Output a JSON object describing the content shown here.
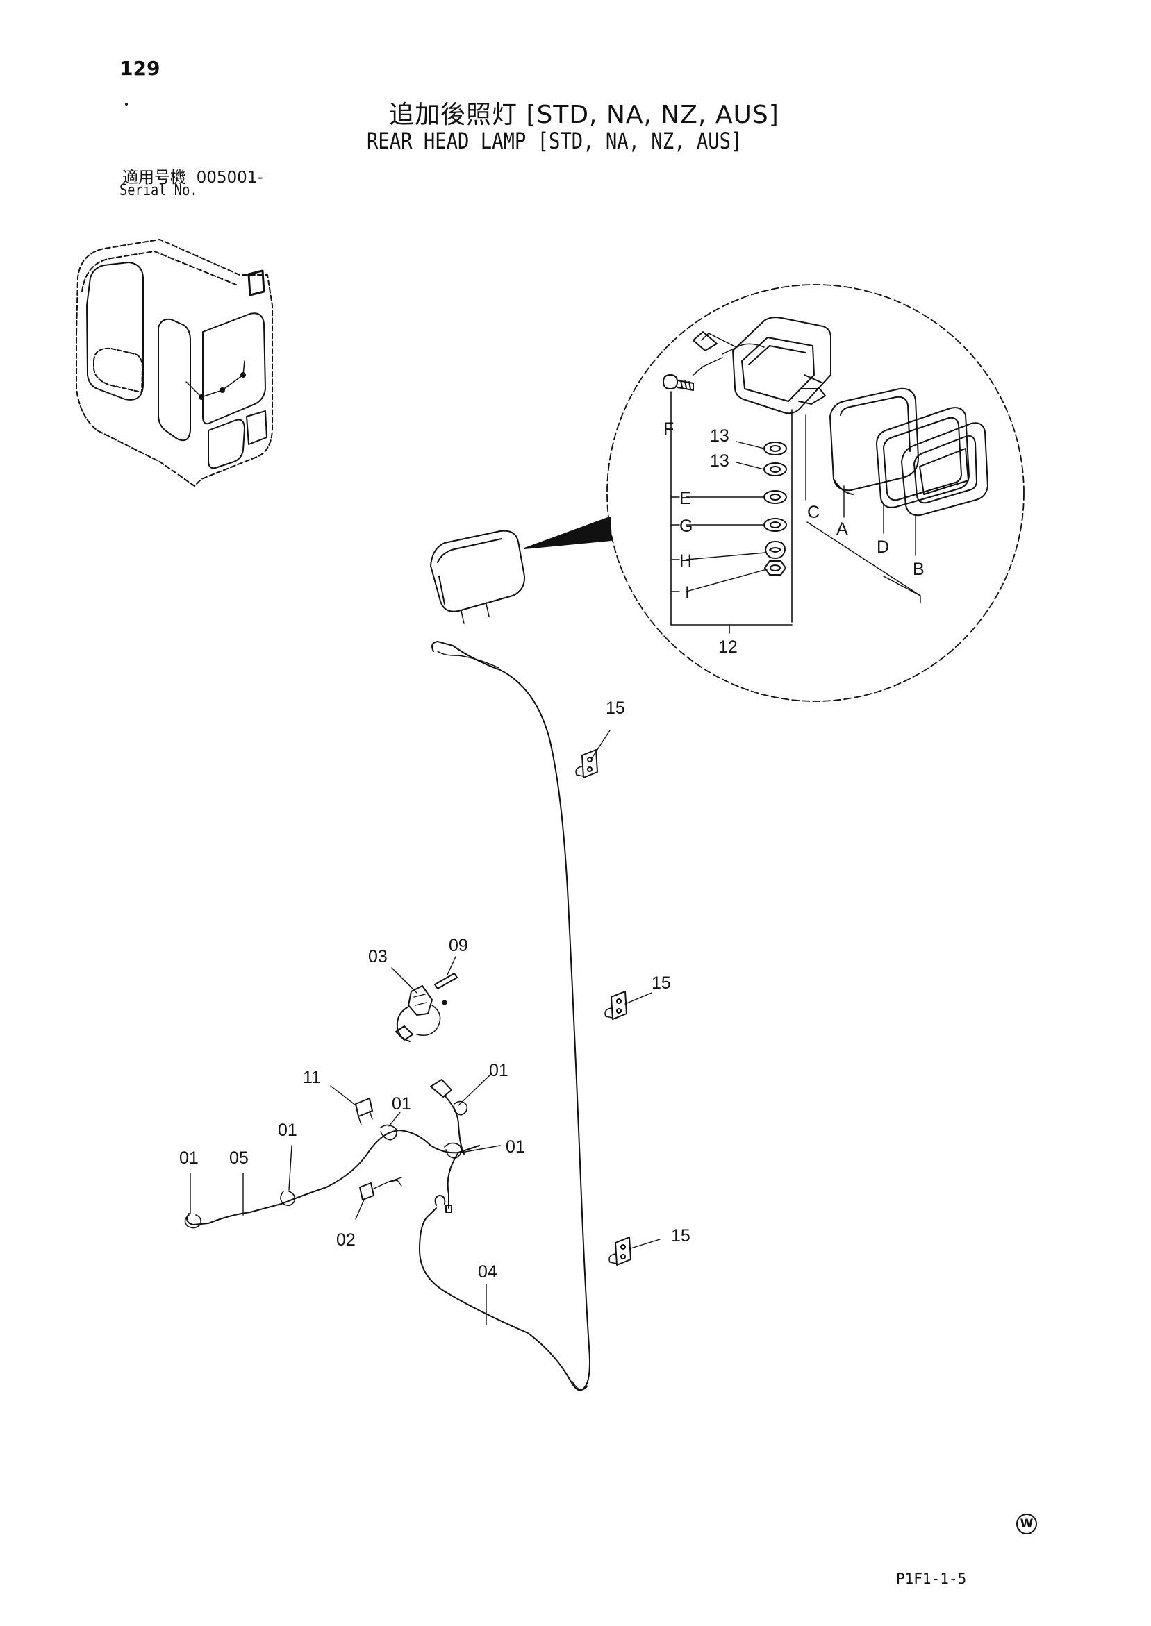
{
  "page": {
    "number": "129",
    "title_jp": "追加後照灯 [STD, NA, NZ, AUS]",
    "title_en": "REAR HEAD LAMP [STD, NA, NZ, AUS]",
    "serial_label_jp": "適用号機",
    "serial_value": "005001-",
    "serial_label_en": "Serial No.",
    "footer_code": "P1F1-1-5",
    "footer_mark": "W"
  },
  "callouts": {
    "detail": [
      "F",
      "13",
      "13",
      "E",
      "G",
      "H",
      "I",
      "12",
      "C",
      "A",
      "D",
      "B"
    ],
    "harness": [
      "15",
      "15",
      "15",
      "03",
      "09",
      "11",
      "01",
      "01",
      "01",
      "01",
      "01",
      "05",
      "02",
      "04"
    ]
  }
}
